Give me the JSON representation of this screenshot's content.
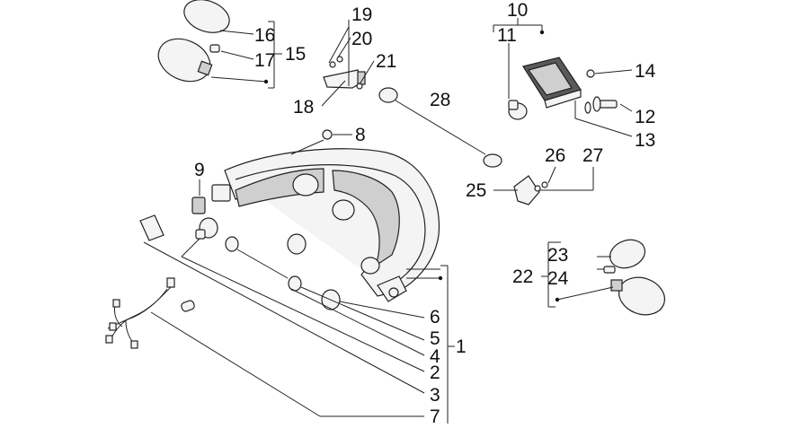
{
  "labels": {
    "p1": "1",
    "p2": "2",
    "p3": "3",
    "p4": "4",
    "p5": "5",
    "p6": "6",
    "p7": "7",
    "p8": "8",
    "p9": "9",
    "p10": "10",
    "p11": "11",
    "p12": "12",
    "p13": "13",
    "p14": "14",
    "p15": "15",
    "p16": "16",
    "p17": "17",
    "p18": "18",
    "p19": "19",
    "p20": "20",
    "p21": "21",
    "p22": "22",
    "p23": "23",
    "p24": "24",
    "p25": "25",
    "p26": "26",
    "p27": "27",
    "p28": "28"
  },
  "colors": {
    "line": "#222222",
    "background": "#ffffff"
  }
}
